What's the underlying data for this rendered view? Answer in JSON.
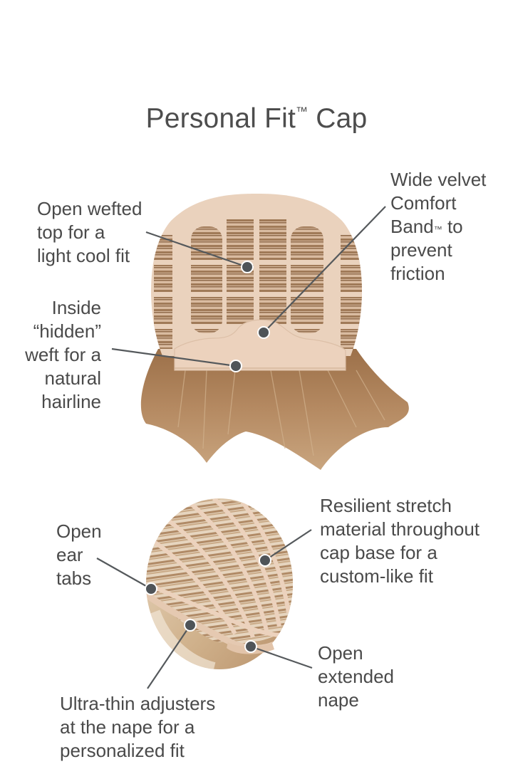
{
  "title": {
    "text": "Personal Fit",
    "tm": "™",
    "suffix": " Cap"
  },
  "top_diagram": {
    "subject": "wig cap interior view (front)",
    "callouts": [
      {
        "id": "open-wefted-top",
        "lines": "Open wefted\ntop for a\nlight cool fit",
        "dot": [
          347,
          375
        ]
      },
      {
        "id": "wide-velvet-band",
        "line1": "Wide velvet\nComfort\nBand",
        "tm": "™",
        "line2": " to\nprevent\nfriction",
        "dot": [
          370,
          467
        ]
      },
      {
        "id": "inside-hidden-weft",
        "lines": "Inside\n“hidden”\nweft for a\nnatural\nhairline",
        "dot": [
          331,
          514
        ]
      }
    ]
  },
  "bottom_diagram": {
    "subject": "wig cap interior view (back)",
    "callouts": [
      {
        "id": "open-ear-tabs",
        "lines": "Open\near\ntabs",
        "dot": [
          212,
          827
        ]
      },
      {
        "id": "resilient-stretch",
        "lines": "Resilient stretch\nmaterial throughout\ncap base for a\ncustom-like fit",
        "dot": [
          372,
          787
        ]
      },
      {
        "id": "open-extended-nape",
        "lines": "Open\nextended\nnape",
        "dot": [
          352,
          908
        ]
      },
      {
        "id": "ultra-thin-adjusters",
        "lines": "Ultra-thin adjusters\nat the nape for a\npersonalized fit",
        "dot": [
          267,
          878
        ]
      }
    ]
  },
  "colors": {
    "text": "#4a4a4a",
    "leader_line": "#55595c",
    "dot_fill": "#4f5458",
    "dot_stroke": "#ffffff",
    "cap_mesh": "#e8cdb6",
    "hair_top": "#a97c55",
    "hair_bottom": "#d8bf9e"
  }
}
